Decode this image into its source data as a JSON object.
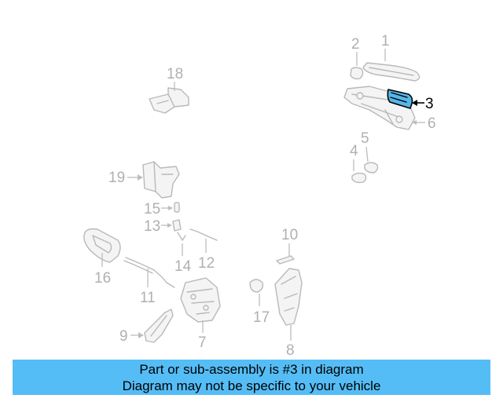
{
  "diagram": {
    "highlighted_part": "3",
    "callouts": [
      "1",
      "2",
      "3",
      "4",
      "5",
      "6",
      "7",
      "8",
      "9",
      "10",
      "11",
      "12",
      "13",
      "14",
      "15",
      "16",
      "17",
      "18",
      "19"
    ]
  },
  "banner": {
    "line1": "Part or sub-assembly is #3 in diagram",
    "line2": "Diagram may not be specific to your vehicle"
  },
  "colors": {
    "banner_bg": "#55bdf6",
    "highlight_fill": "#56b6e8",
    "muted_stroke": "#b9b9b9"
  }
}
